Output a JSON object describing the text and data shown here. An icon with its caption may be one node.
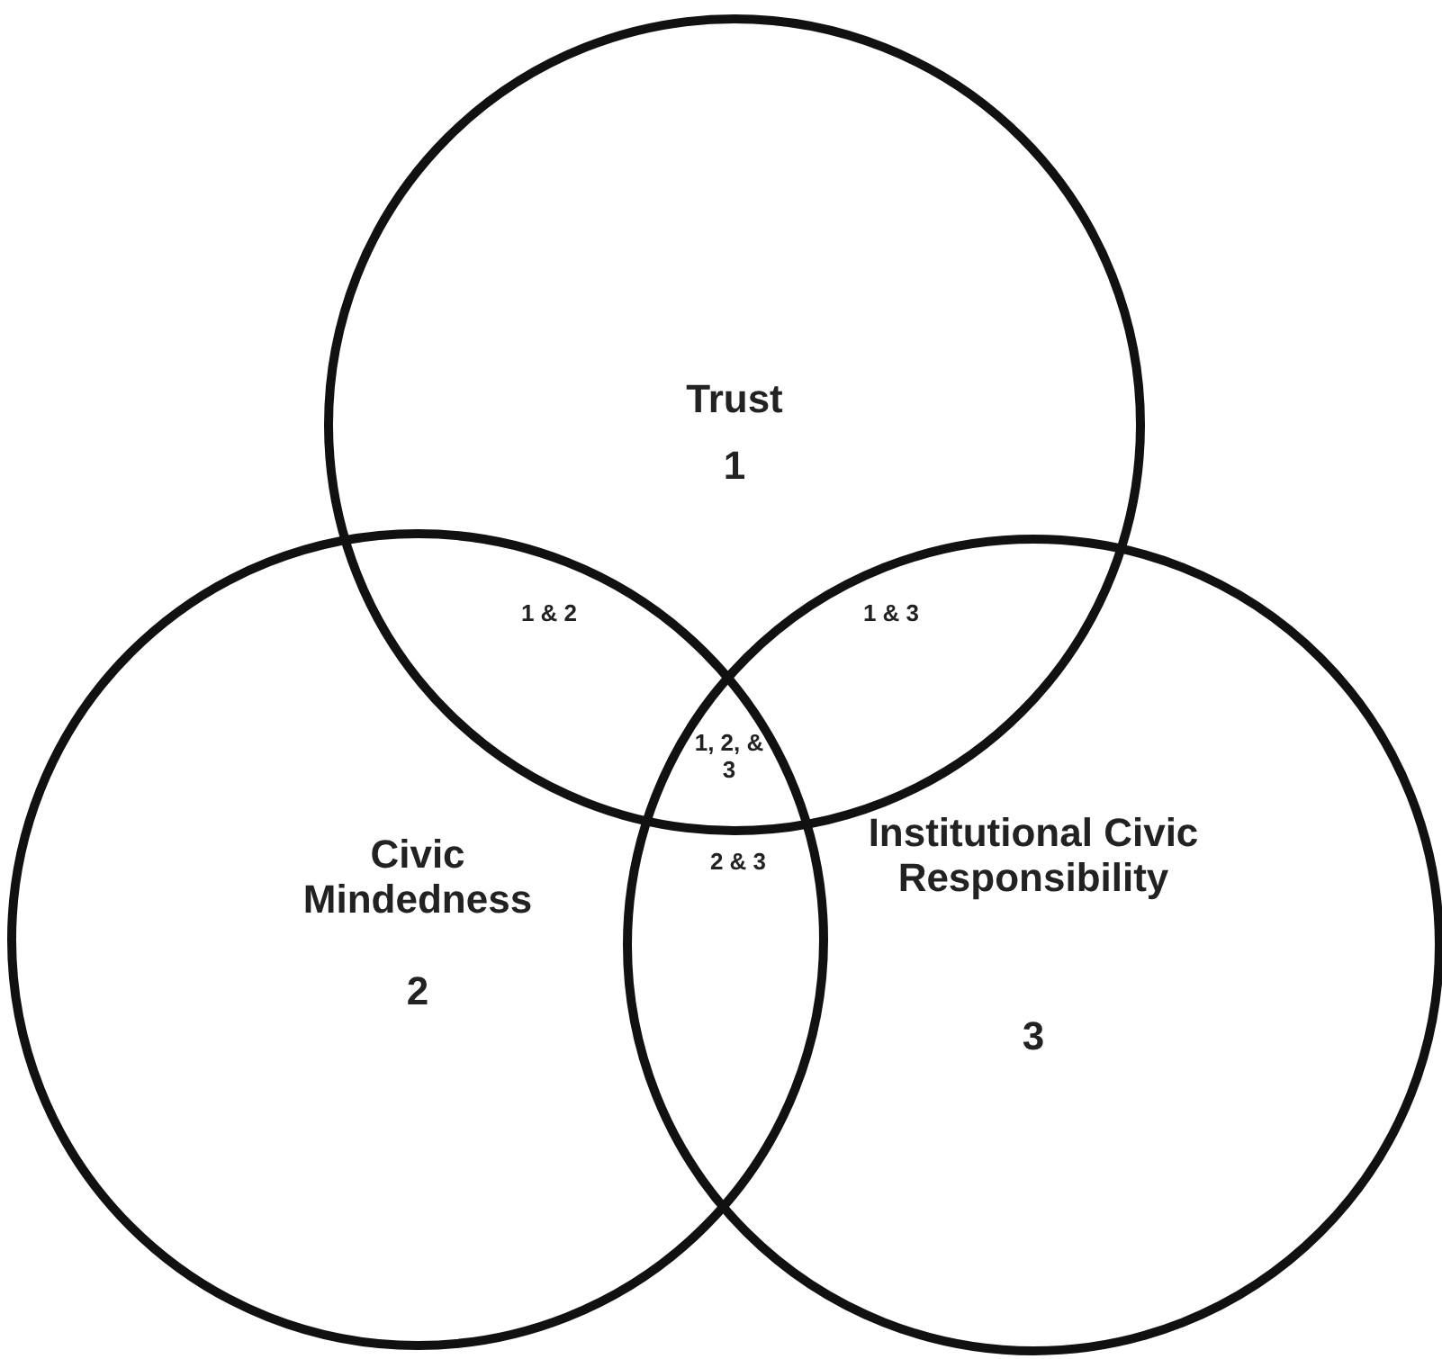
{
  "diagram": {
    "nodes": [
      {
        "text": [
          "Trust",
          "1"
        ]
      },
      {
        "text": [
          "Civic Mindedness",
          "2"
        ]
      },
      {
        "text": [
          "Institutional Civic Responsibility",
          "3"
        ]
      }
    ],
    "labels": [
      "1 & 2",
      "1 & 3",
      "1, 2, & 3",
      "2 & 3"
    ]
  }
}
